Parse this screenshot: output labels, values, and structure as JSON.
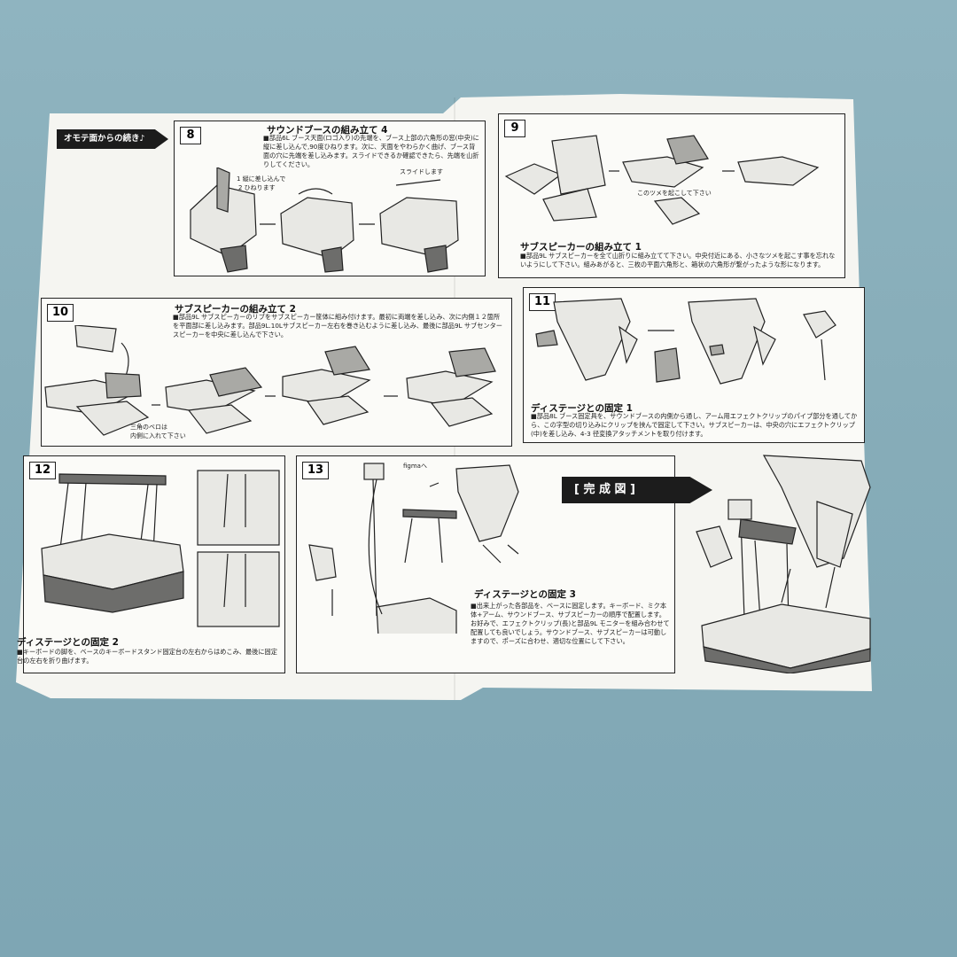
{
  "continued_label": "オモテ面からの続き♪",
  "steps": {
    "s8": {
      "num": "8",
      "title": "サウンドブースの組み立て 4",
      "desc": "■部品6L ブース天面(ロゴ入り)の先端を、ブース上部の六角形の窓(中央)に縦に差し込んで,90度ひねります。次に、天面をやわらかく曲げ、ブース背面の穴に先端を差し込みます。スライドできるか確認できたら、先端を山折りしてください。",
      "callout1": "1 縦に差し込んで",
      "callout2": "2 ひねります",
      "callout3": "スライドします"
    },
    "s9": {
      "num": "9",
      "title": "サブスピーカーの組み立て 1",
      "desc": "■部品9L サブスピーカーを全て山折りに組み立てて下さい。中央付近にある、小さなツメを起こす事を忘れないようにして下さい。組みあがると、三枚の平面六角形と、箱状の六角形が繋がったような形になります。",
      "callout1": "このツメを起こして下さい"
    },
    "s10": {
      "num": "10",
      "title": "サブスピーカーの組み立て 2",
      "desc": "■部品9L サブスピーカーのリブをサブスピーカー筐体に組み付けます。最初に両端を差し込み、次に内側１２箇所を平面部に差し込みます。部品9L.10Lサブスピーカー左右を巻き込むように差し込み、最後に部品9L サブセンタースピーカーを中央に差し込んで下さい。",
      "callout1": "三角のベロは",
      "callout2": "内側に入れて下さい"
    },
    "s11": {
      "num": "11",
      "title": "ディステージとの固定 1",
      "desc": "■部品8L ブース固定具を、サウンドブースの内側から通し、アーム用エフェクトクリップのパイプ部分を通してから、この字型の切り込みにクリップを挟んで固定して下さい。サブスピーカーは、中央の穴にエフェクトクリップ(中)を差し込み、4-3 径変換アタッチメントを取り付けます。"
    },
    "s12": {
      "num": "12",
      "title": "ディステージとの固定 2",
      "desc": "■キーボードの脚を、ベースのキーボードスタンド固定台の左右からはめこみ、最後に固定台の左右を折り曲げます。"
    },
    "s13": {
      "num": "13",
      "title": "ディステージとの固定 3",
      "desc": "■出来上がった各部品を、ベースに固定します。キーボード、ミク本体+アーム、サウンドブース、サブスピーカーの順序で配置します。お好みで、エフェクトクリップ(長)と部品9L モニターを組み合わせて配置しても良いでしょう。サウンドブース、サブスピーカーは可動しますので、ポーズに合わせ、適切な位置にして下さい。",
      "callout1": "figmaへ"
    }
  },
  "completed_label": "[ 完 成 図 ]"
}
